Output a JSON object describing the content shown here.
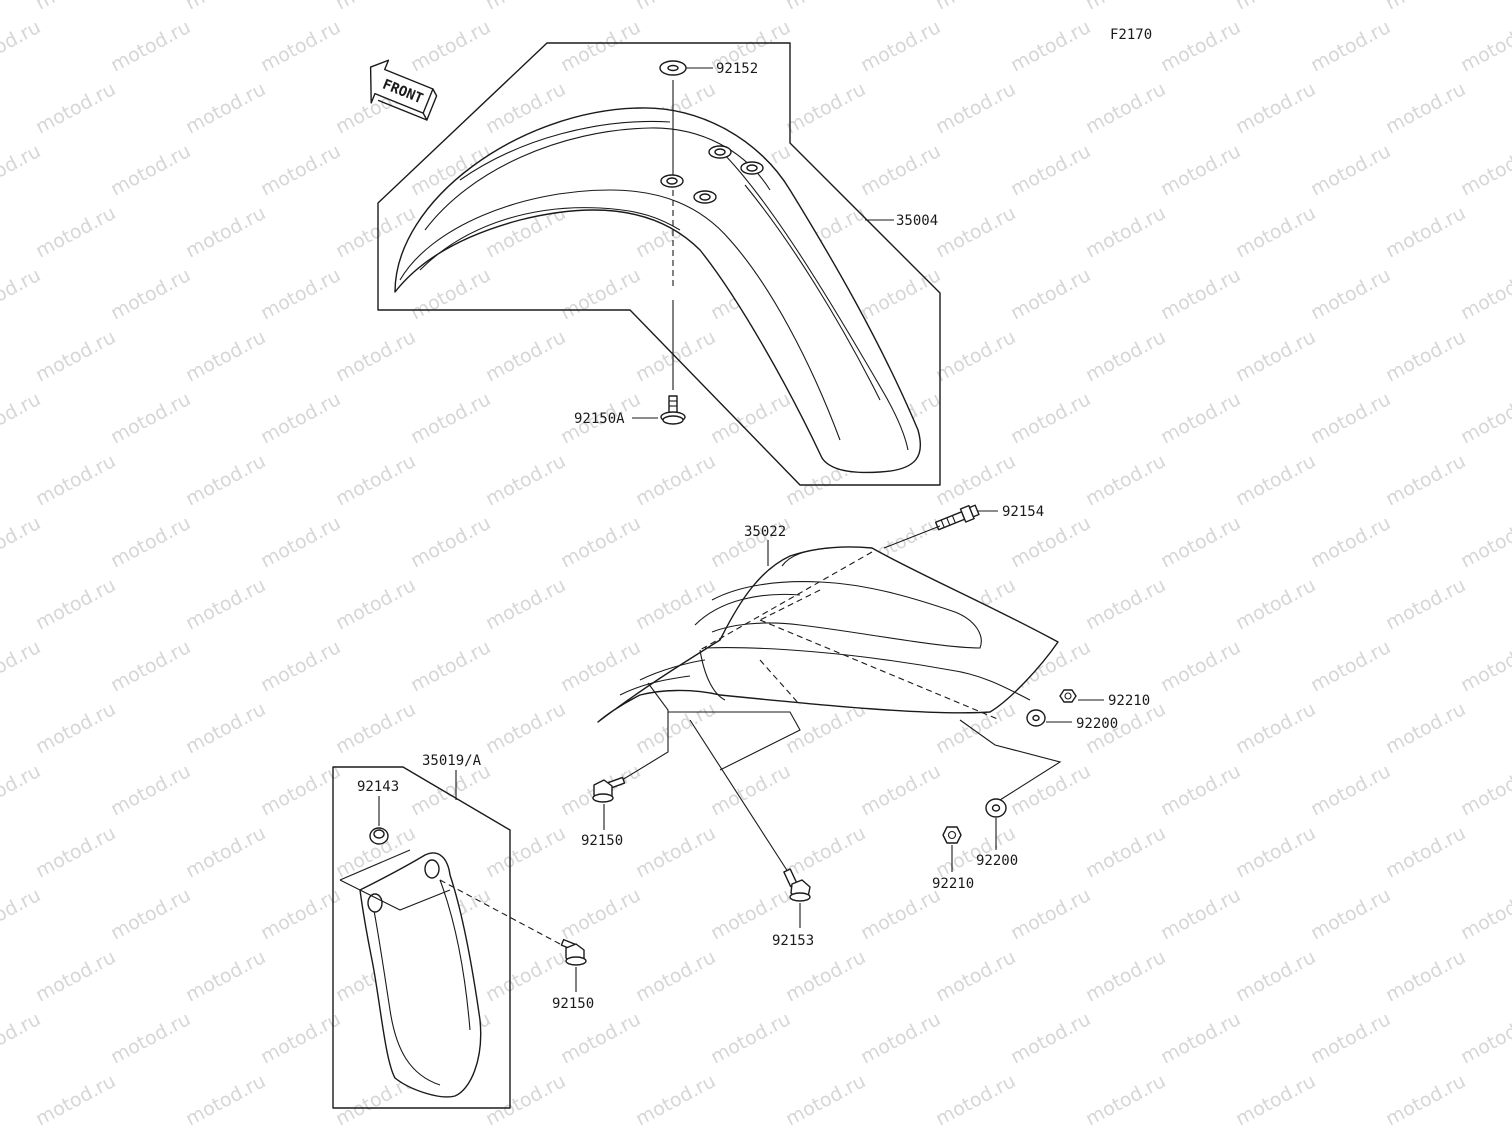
{
  "figure_code": "F2170",
  "watermark": "motod.ru",
  "front_marker": "FRONT",
  "parts": {
    "p92152": "92152",
    "p35004": "35004",
    "p92150A": "92150A",
    "p92154": "92154",
    "p35022": "35022",
    "p92210_top": "92210",
    "p92200_top": "92200",
    "p35019A": "35019/A",
    "p92143": "92143",
    "p92150_mid": "92150",
    "p92153": "92153",
    "p92200_bot": "92200",
    "p92210_bot": "92210",
    "p92150_low": "92150"
  }
}
